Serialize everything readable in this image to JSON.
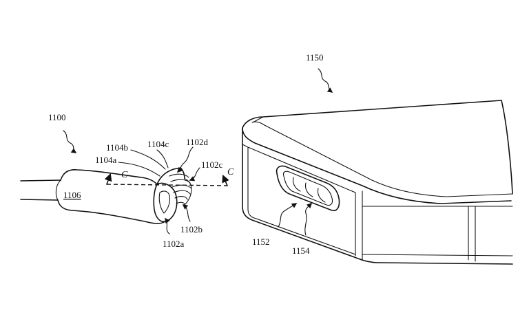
{
  "labels": {
    "ref_1100": "1100",
    "ref_1104b": "1104b",
    "ref_1104c": "1104c",
    "ref_1102d": "1102d",
    "ref_1104a": "1104a",
    "ref_1102c": "1102c",
    "ref_C_left": "C",
    "ref_C_right": "C",
    "ref_1106": "1106",
    "ref_1102b": "1102b",
    "ref_1102a": "1102a",
    "ref_1150": "1150",
    "ref_1152": "1152",
    "ref_1154": "1154"
  }
}
